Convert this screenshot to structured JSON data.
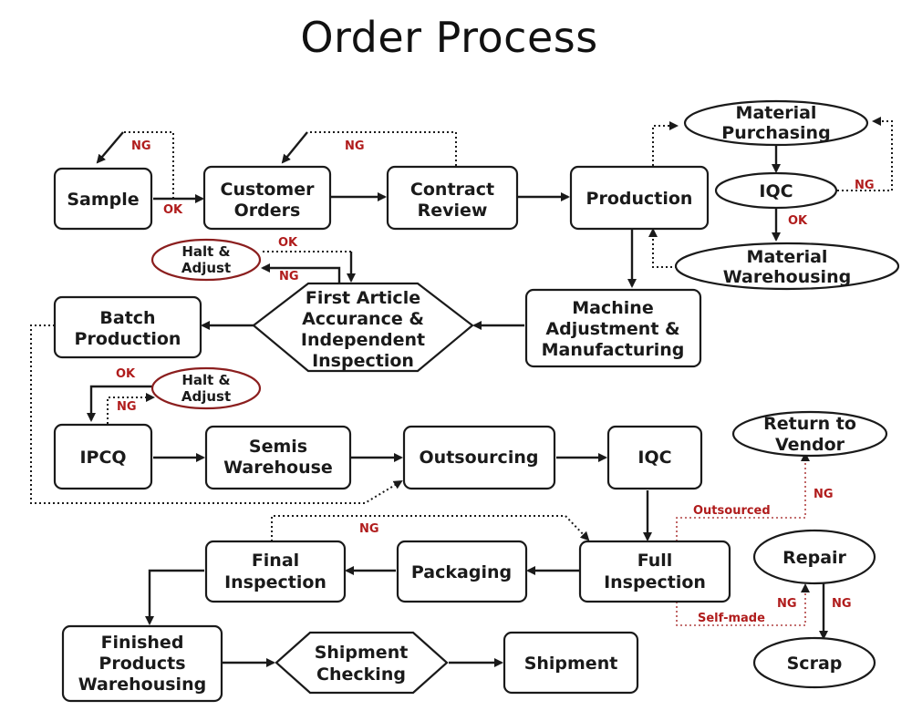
{
  "title": "Order Process",
  "nodes": {
    "sample": "Sample",
    "customer_orders": [
      "Customer",
      "Orders"
    ],
    "contract_review": [
      "Contract",
      "Review"
    ],
    "production": "Production",
    "material_purchasing": [
      "Material",
      "Purchasing"
    ],
    "iqc_top": "IQC",
    "material_warehousing": [
      "Material",
      "Warehousing"
    ],
    "halt_adjust_1": [
      "Halt &",
      "Adjust"
    ],
    "first_article": [
      "First Article",
      "Accurance &",
      "Independent",
      "Inspection"
    ],
    "machine_adjustment": [
      "Machine",
      "Adjustment &",
      "Manufacturing"
    ],
    "batch_production": [
      "Batch",
      "Production"
    ],
    "halt_adjust_2": [
      "Halt &",
      "Adjust"
    ],
    "ipcq": "IPCQ",
    "semis_warehouse": [
      "Semis",
      "Warehouse"
    ],
    "outsourcing": "Outsourcing",
    "iqc_mid": "IQC",
    "return_to_vendor": [
      "Return to",
      "Vendor"
    ],
    "full_inspection": [
      "Full",
      "Inspection"
    ],
    "packaging": "Packaging",
    "final_inspection": [
      "Final",
      "Inspection"
    ],
    "repair": "Repair",
    "scrap": "Scrap",
    "finished_products": [
      "Finished",
      "Products",
      "Warehousing"
    ],
    "shipment_checking": [
      "Shipment",
      "Checking"
    ],
    "shipment": "Shipment"
  },
  "labels": {
    "ng": "NG",
    "ok": "OK",
    "outsourced": "Outsourced",
    "self_made": "Self-made"
  }
}
